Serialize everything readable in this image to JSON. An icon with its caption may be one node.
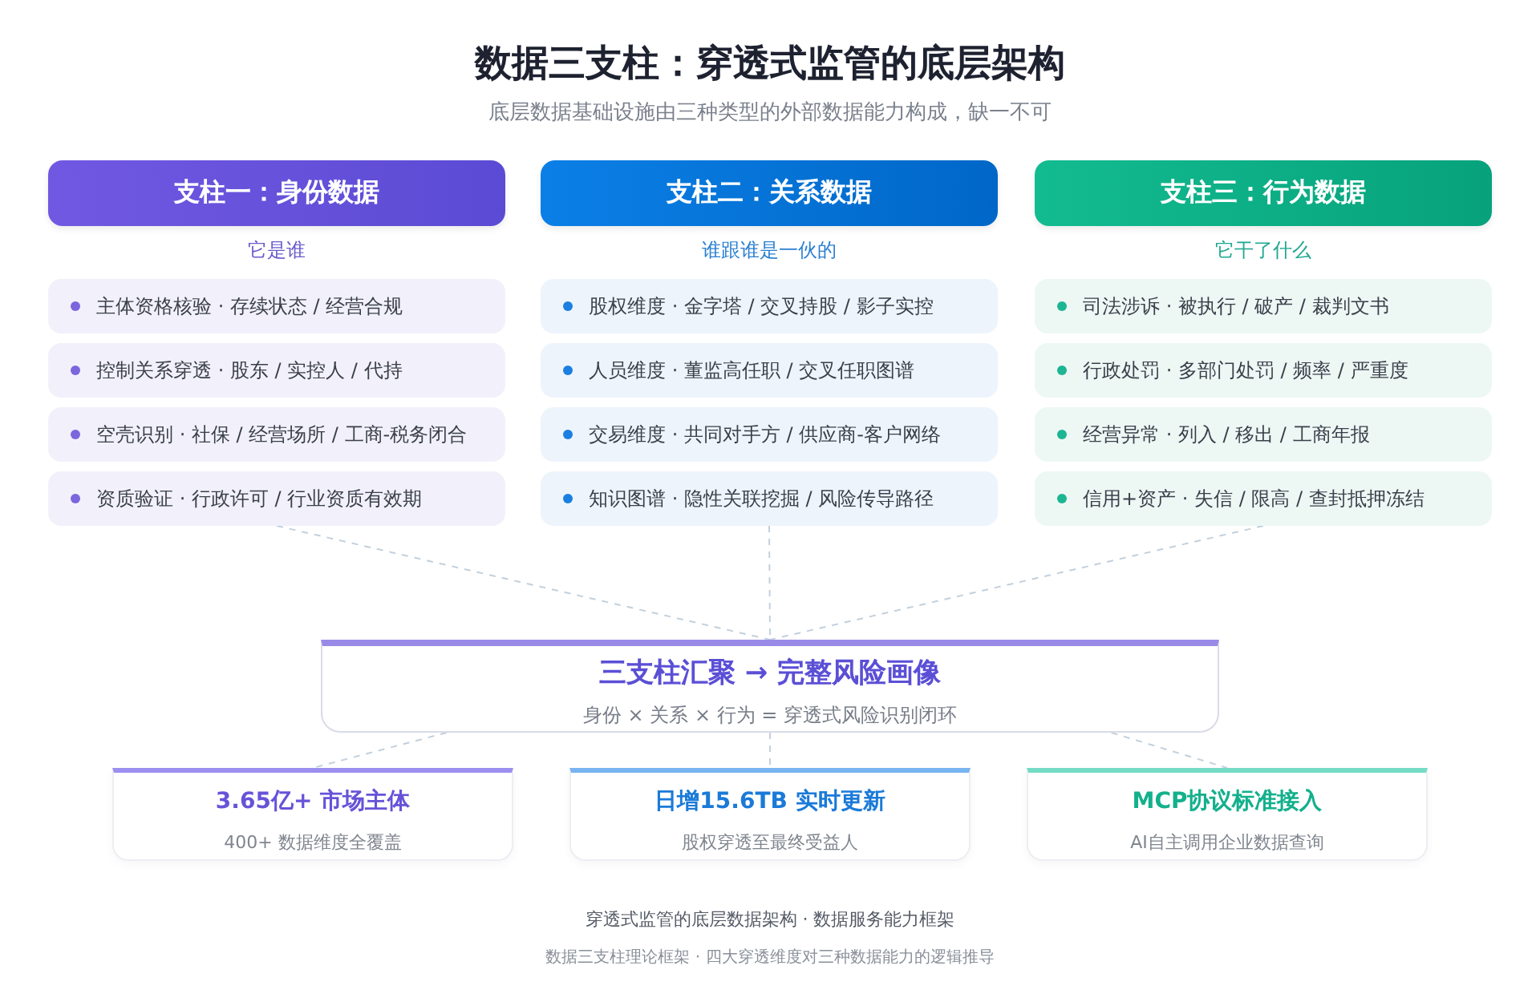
{
  "diagram": {
    "title": "数据三支柱：穿透式监管的底层架构",
    "nodes": [
      {
        "text": [
          "支柱一：身份数据"
        ],
        "beside": [
          "它是谁"
        ]
      },
      {
        "text": [
          "支柱二：关系数据"
        ],
        "beside": [
          "谁跟谁是一伙的"
        ]
      },
      {
        "text": [
          "支柱三：行为数据"
        ],
        "beside": [
          "它干了什么"
        ]
      },
      {
        "text": [
          "主体资格核验 · 存续状态 / 经营合规"
        ]
      },
      {
        "text": [
          "控制关系穿透 · 股东 / 实控人 / 代持"
        ]
      },
      {
        "text": [
          "空壳识别 · 社保 / 经营场所 / 工商-税务闭合"
        ]
      },
      {
        "text": [
          "资质验证 · 行政许可 / 行业资质有效期"
        ]
      },
      {
        "text": [
          "股权维度 · 金字塔 / 交叉持股 / 影子实控"
        ]
      },
      {
        "text": [
          "人员维度 · 董监高任职 / 交叉任职图谱"
        ]
      },
      {
        "text": [
          "交易维度 · 共同对手方 / 供应商-客户网络"
        ]
      },
      {
        "text": [
          "知识图谱 · 隐性关联挖掘 / 风险传导路径"
        ]
      },
      {
        "text": [
          "司法涉诉 · 被执行 / 破产 / 裁判文书"
        ]
      },
      {
        "text": [
          "行政处罚 · 多部门处罚 / 频率 / 严重度"
        ]
      },
      {
        "text": [
          "经营异常 · 列入 / 移出 / 工商年报"
        ]
      },
      {
        "text": [
          "信用+资产 · 失信 / 限高 / 查封抵押冻结"
        ]
      },
      {
        "text": [
          "三支柱汇聚 → 完整风险画像",
          "身份 × 关系 × 行为 = 穿透式风险识别闭环"
        ]
      },
      {
        "text": [
          "3.65亿+ 市场主体",
          "400+ 数据维度全覆盖"
        ]
      },
      {
        "text": [
          "日增15.6TB 实时更新",
          "股权穿透至最终受益人"
        ]
      },
      {
        "text": [
          "MCP协议标准接入",
          "AI自主调用企业数据查询"
        ]
      }
    ],
    "edges": [
      {
        "from": 6,
        "to": 15,
        "arrow": "none",
        "style": "dashed"
      },
      {
        "from": 10,
        "to": 15,
        "arrow": "none",
        "style": "dashed"
      },
      {
        "from": 14,
        "to": 15,
        "arrow": "none",
        "style": "dashed"
      },
      {
        "from": 15,
        "to": 16,
        "arrow": "none",
        "style": "dashed"
      },
      {
        "from": 15,
        "to": 17,
        "arrow": "none",
        "style": "dashed"
      },
      {
        "from": 15,
        "to": 18,
        "arrow": "none",
        "style": "dashed"
      }
    ],
    "labels": [
      "底层数据基础设施由三种类型的外部数据能力构成，缺一不可",
      "穿透式监管的底层数据架构 · 数据服务能力框架",
      "数据三支柱理论框架 · 四大穿透维度对三种数据能力的逻辑推导"
    ]
  }
}
